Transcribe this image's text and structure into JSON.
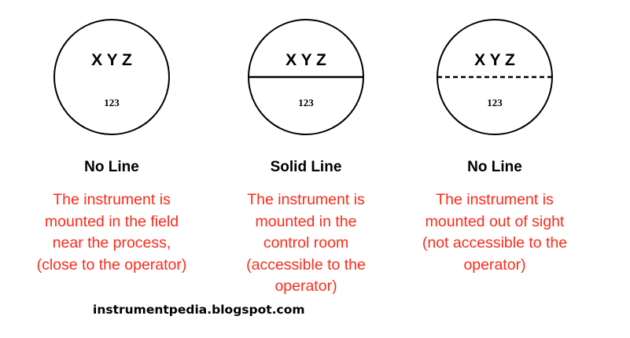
{
  "symbols": [
    {
      "tag": "X Y Z",
      "number": "123",
      "line_style": "none",
      "title": "No Line",
      "description": [
        "The instrument is",
        "mounted in the field",
        "near the process,",
        "(close to the operator)"
      ]
    },
    {
      "tag": "X Y Z",
      "number": "123",
      "line_style": "solid",
      "title": "Solid Line",
      "description": [
        "The instrument is",
        "mounted in the",
        "control room",
        "(accessible to the",
        "operator)"
      ]
    },
    {
      "tag": "X Y Z",
      "number": "123",
      "line_style": "dashed",
      "title": "No Line",
      "description": [
        "The instrument is",
        "mounted out of sight",
        "(not accessible to the",
        "operator)"
      ]
    }
  ],
  "footer": "instrumentpedia.blogspot.com",
  "colors": {
    "description": "#ff2a1a",
    "text": "#000000"
  }
}
